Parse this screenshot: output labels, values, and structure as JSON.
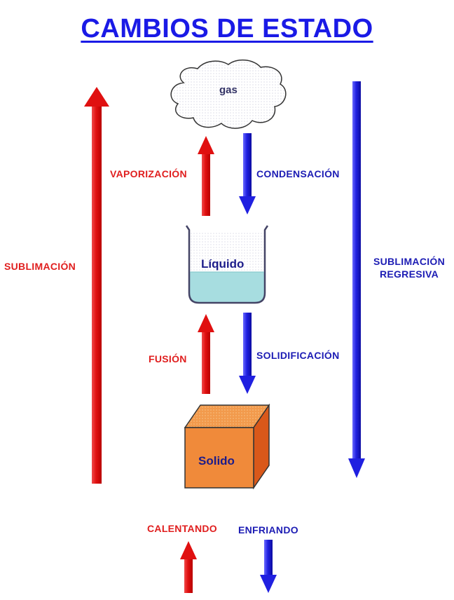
{
  "title": "CAMBIOS DE ESTADO",
  "states": {
    "gas": "gas",
    "liquid": "Líquido",
    "solid": "Solido"
  },
  "labels": {
    "vaporization": "VAPORIZACIÓN",
    "condensation": "CONDENSACIÓN",
    "sublimation": "SUBLIMACIÓN",
    "regressive_sublimation_line1": "SUBLIMACIÓN",
    "regressive_sublimation_line2": "REGRESIVA",
    "fusion": "FUSIÓN",
    "solidification": "SOLIDIFICACIÓN",
    "heating": "CALENTANDO",
    "cooling": "ENFRIANDO"
  },
  "colors": {
    "heating": "#e01e1e",
    "cooling": "#2a2ad8",
    "liquid": "#a7dde0",
    "solid": "#f08a3a",
    "title": "#1a1ae6"
  }
}
